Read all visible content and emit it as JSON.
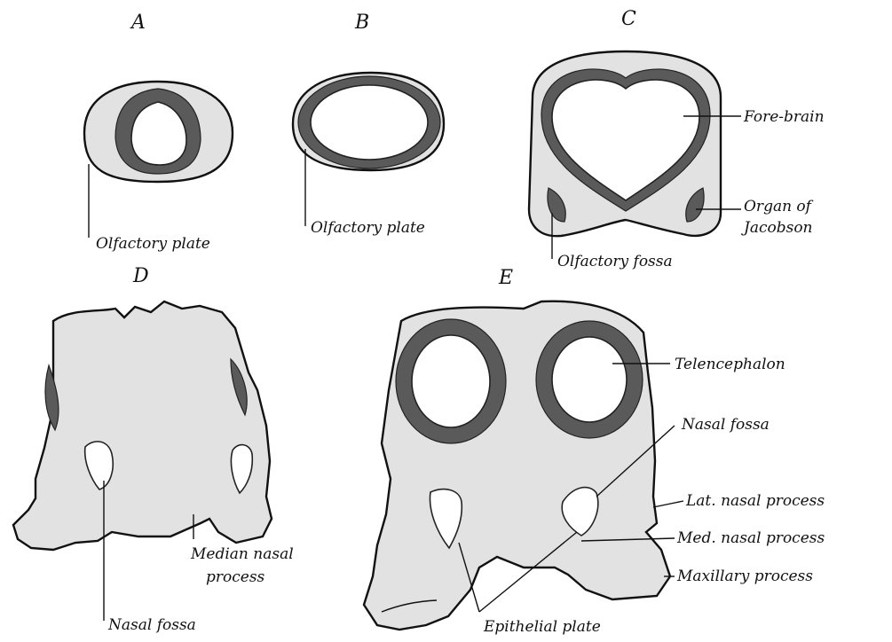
{
  "panels": {
    "a": "A",
    "b": "B",
    "c": "C",
    "d": "D",
    "e": "E"
  },
  "labels": {
    "a_olfactory_plate": "Olfactory plate",
    "b_olfactory_plate": "Olfactory plate",
    "c_fore_brain": "Fore-brain",
    "c_organ_of": "Organ of",
    "c_jacobson": "Jacobson",
    "c_olfactory_fossa": "Olfactory fossa",
    "d_median_nasal": "Median nasal",
    "d_process": "process",
    "d_nasal_fossa": "Nasal fossa",
    "e_telencephalon": "Telencephalon",
    "e_nasal_fossa": "Nasal fossa",
    "e_lat_nasal_process": "Lat. nasal process",
    "e_med_nasal_process": "Med. nasal process",
    "e_maxillary_process": "Maxillary process",
    "e_epithelial_plate": "Epithelial plate"
  },
  "colors": {
    "tissue": "#e2e2e2",
    "wall": "#5a5a5a",
    "outline": "#111111"
  }
}
